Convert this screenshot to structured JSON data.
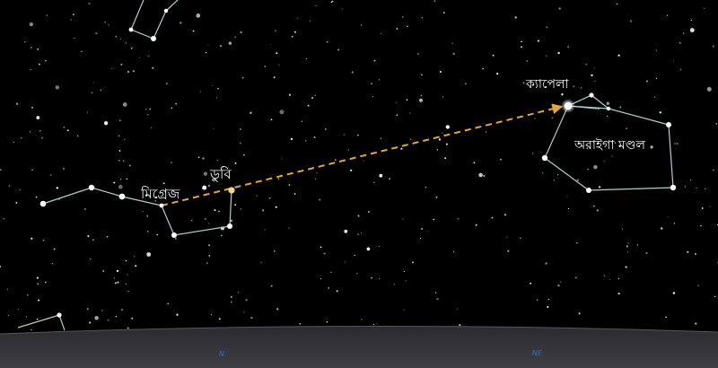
{
  "labels": {
    "capella": "ক্যাপেলা",
    "auriga": "অরাইগা মণ্ডল",
    "dubhe": "ডুবি",
    "mizar": "মিগ্রেজ"
  },
  "directions": {
    "north": "N",
    "northeast": "NE"
  },
  "colors": {
    "sky": "#000000",
    "constellation_line": "#a9d3cf",
    "pointer_arrow": "#e0a83a",
    "horizon": "#3a3a40",
    "direction_text": "#3d6fb3"
  }
}
